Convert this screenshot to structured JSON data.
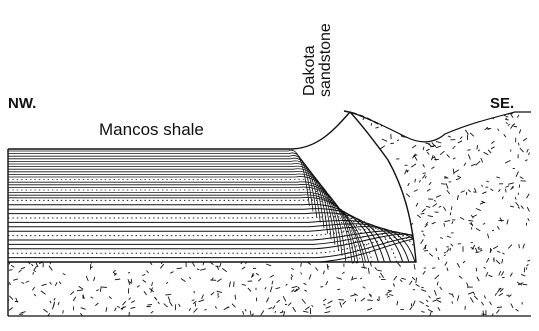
{
  "labels": {
    "nw": "NW.",
    "se": "SE.",
    "mancos": "Mancos shale",
    "dakota_line1": "Dakota",
    "dakota_line2": "sandstone"
  },
  "colors": {
    "ink": "#111111",
    "paper": "#ffffff"
  }
}
